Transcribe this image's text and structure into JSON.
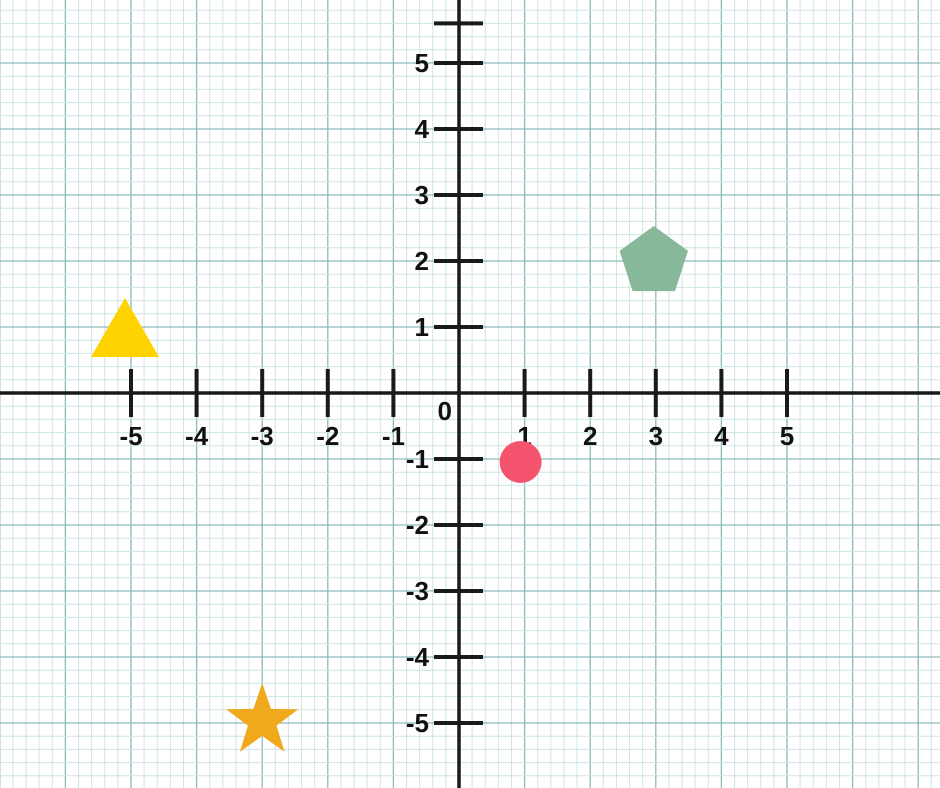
{
  "chart_data": {
    "type": "scatter",
    "title": "",
    "xlabel": "",
    "ylabel": "",
    "xlim": [
      -6.3,
      7.3
    ],
    "ylim": [
      -6.0,
      5.9
    ],
    "grid": true,
    "x_ticks": [
      -5,
      -4,
      -3,
      -2,
      -1,
      1,
      2,
      3,
      4,
      5
    ],
    "y_ticks": [
      -5,
      -4,
      -3,
      -2,
      -1,
      1,
      2,
      3,
      4,
      5,
      5.6
    ],
    "x_tick_labels": [
      "-5",
      "-4",
      "-3",
      "-2",
      "-1",
      "1",
      "2",
      "3",
      "4",
      "5"
    ],
    "y_tick_labels": [
      "-5",
      "-4",
      "-3",
      "-2",
      "-1",
      "1",
      "2",
      "3",
      "4",
      "5"
    ],
    "origin_label": "0",
    "points": [
      {
        "shape": "triangle",
        "x": -5,
        "y": 1,
        "color": "#FFD300"
      },
      {
        "shape": "pentagon",
        "x": 3,
        "y": 2,
        "color": "#88B89A"
      },
      {
        "shape": "circle",
        "x": 1,
        "y": -1,
        "color": "#F5546F"
      },
      {
        "shape": "star",
        "x": -3,
        "y": -5,
        "color": "#F0A81C"
      }
    ]
  },
  "colors": {
    "grid_minor": "#CFE4E4",
    "grid_major": "#8DBABA",
    "axis": "#1A1A1A"
  }
}
